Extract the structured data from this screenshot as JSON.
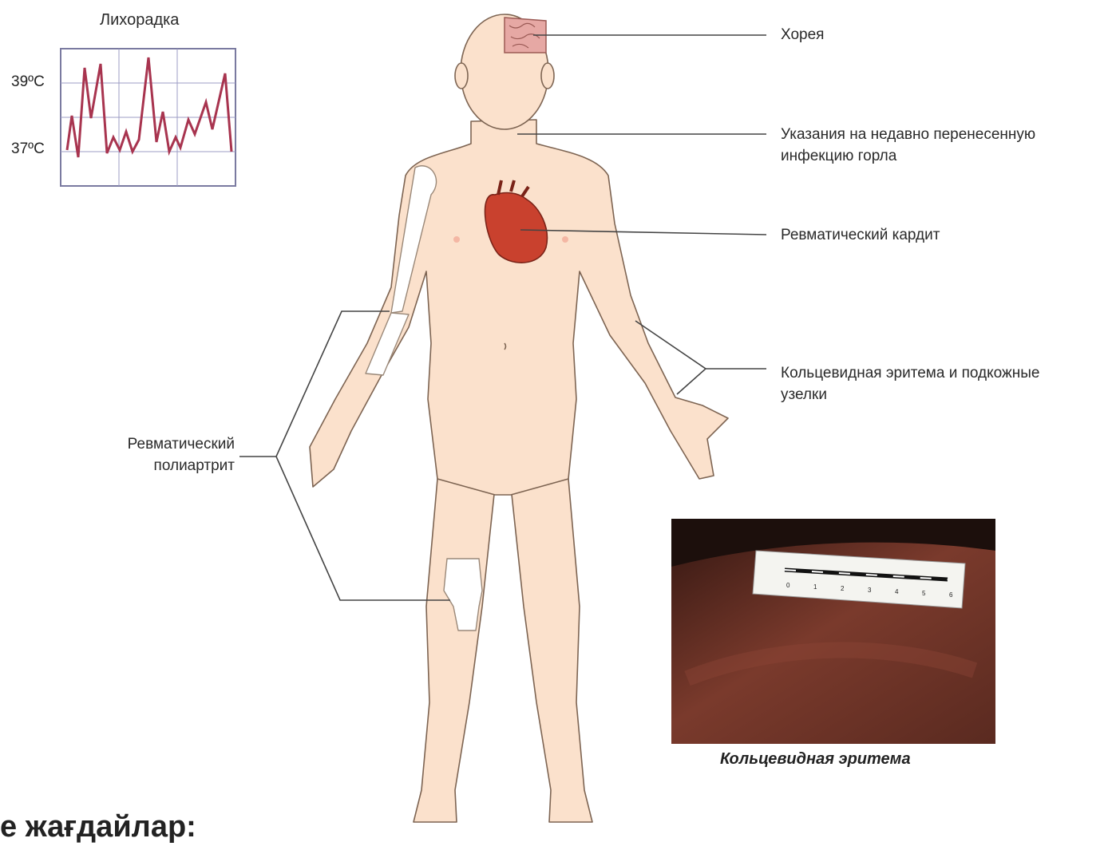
{
  "fever_chart": {
    "title": "Лихорадка",
    "tick_39": "39ºC",
    "tick_37": "37ºC",
    "colors": {
      "line": "#a8344f",
      "grid": "#8f8fb8",
      "frame": "#7a7aa0"
    }
  },
  "labels": {
    "chorea": "Хорея",
    "throat_line1": "Указания на недавно перенесенную",
    "throat_line2": "инфекцию горла",
    "carditis": "Ревматический кардит",
    "erythema_line1": "Кольцевидная эритема и подкожные",
    "erythema_line2": "узелки",
    "polyarthritis_line1": "Ревматический",
    "polyarthritis_line2": "полиартрит"
  },
  "photo": {
    "caption": "Кольцевидная эритема",
    "ruler_ticks": [
      "0",
      "1",
      "2",
      "3",
      "4",
      "5",
      "6"
    ]
  },
  "bottom_text": "е жағдайлар:",
  "colors": {
    "skin": "#fbe1cc",
    "outline": "#7d6452",
    "heart": "#c9412e",
    "brain": "#e6a8a4"
  }
}
